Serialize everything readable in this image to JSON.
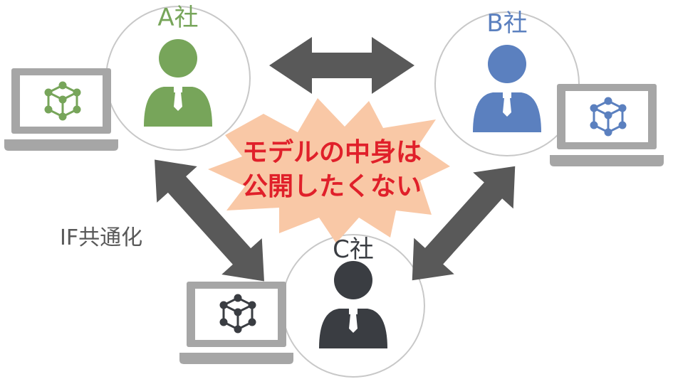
{
  "companies": [
    {
      "key": "a",
      "label": "A社",
      "color": "#77a55a"
    },
    {
      "key": "b",
      "label": "B社",
      "color": "#5b80bf"
    },
    {
      "key": "c",
      "label": "C社",
      "color": "#3a3d42"
    }
  ],
  "burst": {
    "line1": "モデルの中身は",
    "line2": "公開したくない",
    "text_color": "#e0202a",
    "fill_color": "#f9c8a6"
  },
  "caption": "IF共通化",
  "colors": {
    "arrow": "#595959",
    "laptop": "#a6a6a6",
    "circle_stroke": "#c8c8c8"
  },
  "icons": [
    "person-icon",
    "laptop-icon",
    "cube-model-icon",
    "double-arrow-icon",
    "burst-shape"
  ]
}
